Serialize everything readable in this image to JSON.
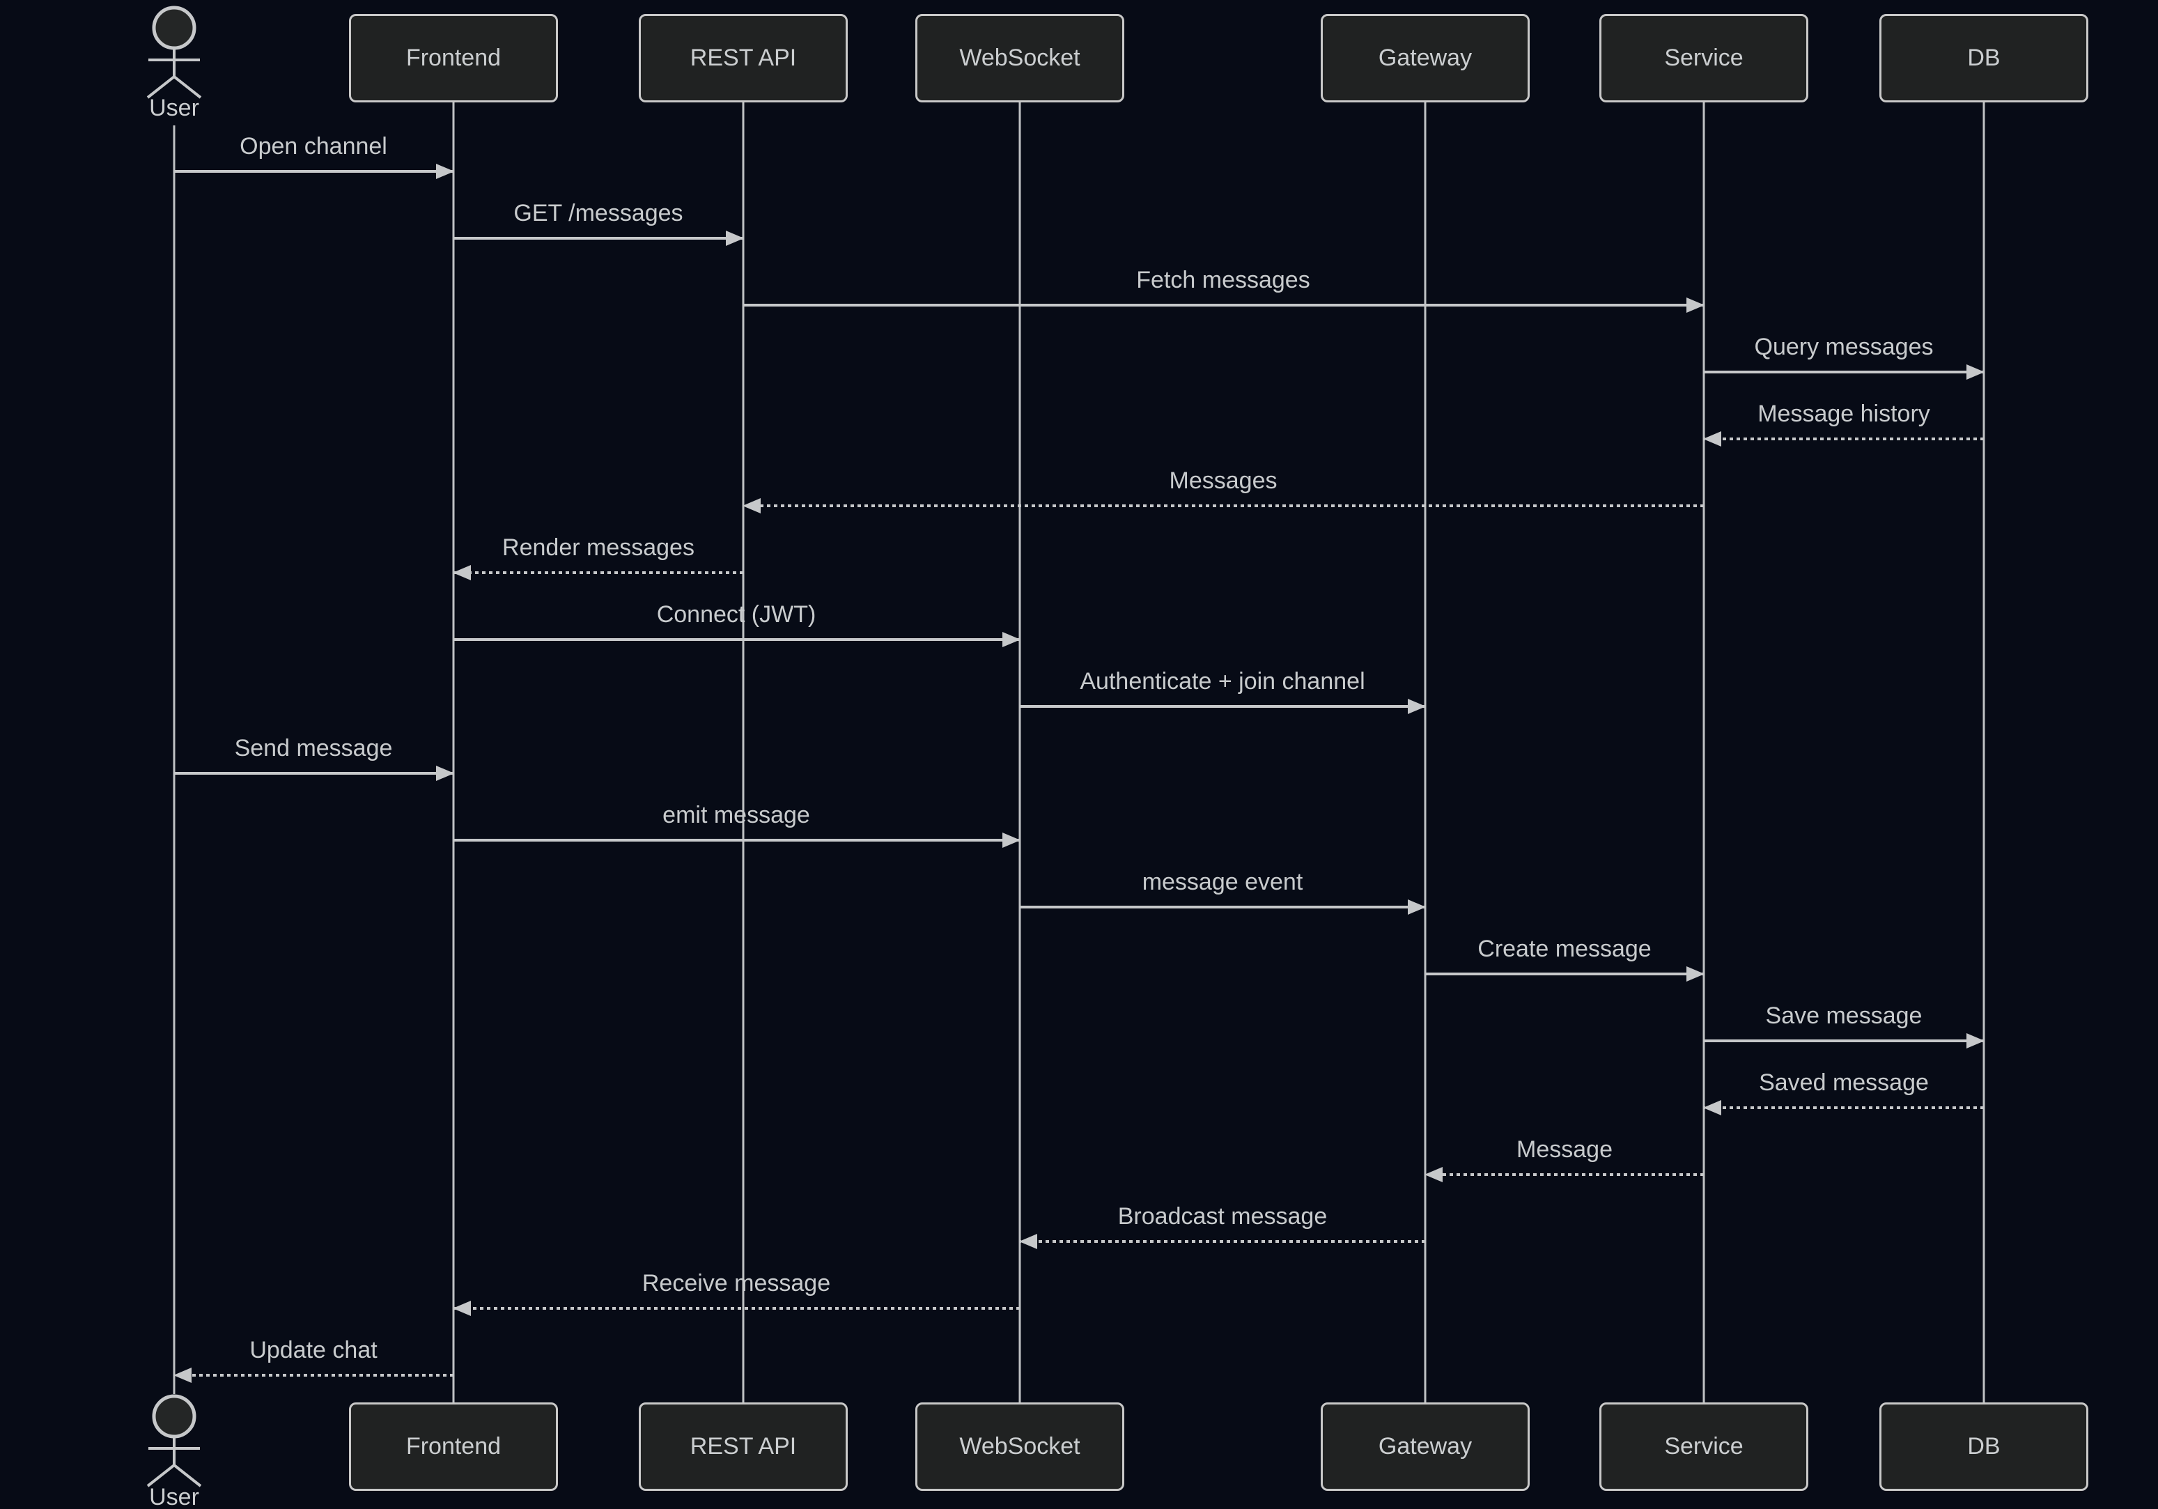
{
  "diagram": {
    "kind": "sequence-diagram",
    "theme": {
      "background": "#070b16",
      "participant_fill": "#202222",
      "participant_border": "#c9c9c9",
      "line_color": "#c6c8ca",
      "text_color": "#c8cbcd"
    },
    "participants": [
      {
        "name": "User",
        "kind": "actor"
      },
      {
        "name": "Frontend",
        "kind": "participant"
      },
      {
        "name": "REST API",
        "kind": "participant"
      },
      {
        "name": "WebSocket",
        "kind": "participant"
      },
      {
        "name": "Gateway",
        "kind": "participant"
      },
      {
        "name": "Service",
        "kind": "participant"
      },
      {
        "name": "DB",
        "kind": "participant"
      }
    ],
    "messages": [
      {
        "from": "User",
        "to": "Frontend",
        "label": "Open channel",
        "line": "solid"
      },
      {
        "from": "Frontend",
        "to": "REST API",
        "label": "GET /messages",
        "line": "solid"
      },
      {
        "from": "REST API",
        "to": "Service",
        "label": "Fetch messages",
        "line": "solid"
      },
      {
        "from": "Service",
        "to": "DB",
        "label": "Query messages",
        "line": "solid"
      },
      {
        "from": "DB",
        "to": "Service",
        "label": "Message history",
        "line": "dashed"
      },
      {
        "from": "Service",
        "to": "REST API",
        "label": "Messages",
        "line": "dashed"
      },
      {
        "from": "REST API",
        "to": "Frontend",
        "label": "Render messages",
        "line": "dashed"
      },
      {
        "from": "Frontend",
        "to": "WebSocket",
        "label": "Connect (JWT)",
        "line": "solid"
      },
      {
        "from": "WebSocket",
        "to": "Gateway",
        "label": "Authenticate + join channel",
        "line": "solid"
      },
      {
        "from": "User",
        "to": "Frontend",
        "label": "Send message",
        "line": "solid"
      },
      {
        "from": "Frontend",
        "to": "WebSocket",
        "label": "emit message",
        "line": "solid"
      },
      {
        "from": "WebSocket",
        "to": "Gateway",
        "label": "message event",
        "line": "solid"
      },
      {
        "from": "Gateway",
        "to": "Service",
        "label": "Create message",
        "line": "solid"
      },
      {
        "from": "Service",
        "to": "DB",
        "label": "Save message",
        "line": "solid"
      },
      {
        "from": "DB",
        "to": "Service",
        "label": "Saved message",
        "line": "dashed"
      },
      {
        "from": "Service",
        "to": "Gateway",
        "label": "Message",
        "line": "dashed"
      },
      {
        "from": "Gateway",
        "to": "WebSocket",
        "label": "Broadcast message",
        "line": "dashed"
      },
      {
        "from": "WebSocket",
        "to": "Frontend",
        "label": "Receive message",
        "line": "dashed"
      },
      {
        "from": "Frontend",
        "to": "User",
        "label": "Update chat",
        "line": "dashed"
      }
    ]
  }
}
